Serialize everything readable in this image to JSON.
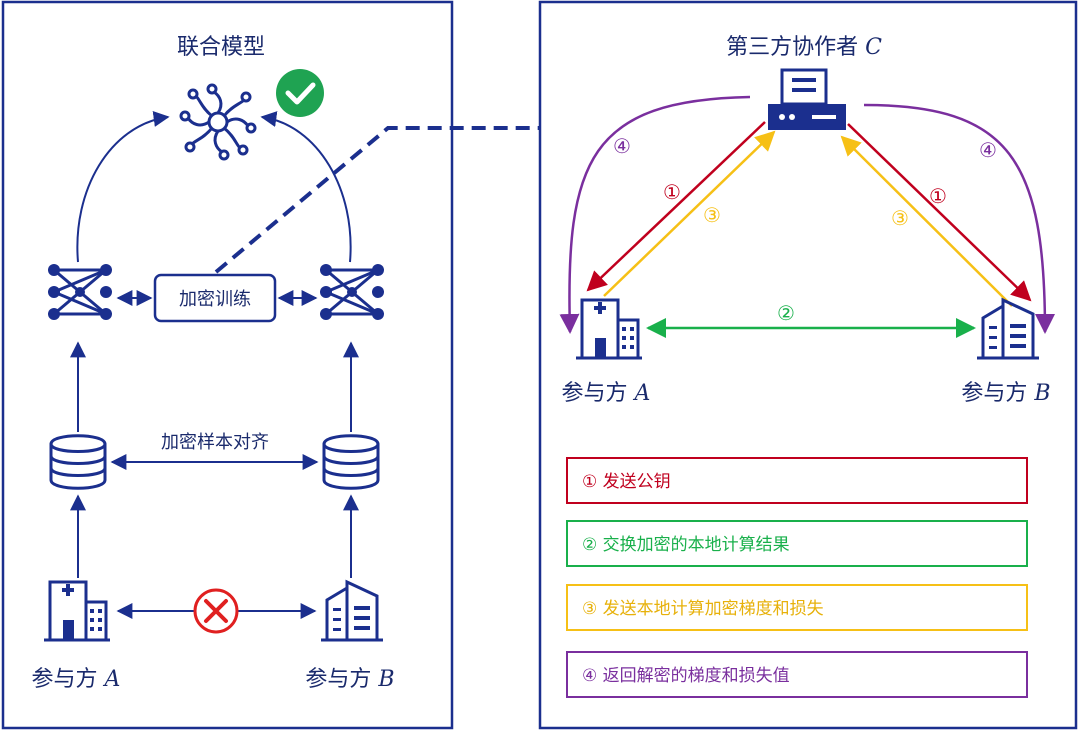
{
  "left_panel": {
    "title": "联合模型",
    "encrypted_training": "加密训练",
    "sample_alignment": "加密样本对齐",
    "party_a": {
      "prefix": "参与方 ",
      "letter": "A"
    },
    "party_b": {
      "prefix": "参与方 ",
      "letter": "B"
    }
  },
  "right_panel": {
    "coordinator": {
      "prefix": "第三方协作者 ",
      "letter": "C"
    },
    "party_a": {
      "prefix": "参与方 ",
      "letter": "A"
    },
    "party_b": {
      "prefix": "参与方 ",
      "letter": "B"
    },
    "step_markers": {
      "s1": "①",
      "s2": "②",
      "s3": "③",
      "s4": "④"
    }
  },
  "legend": [
    {
      "num": "①",
      "text": "发送公钥",
      "color": "#c0001e"
    },
    {
      "num": "②",
      "text": "交换加密的本地计算结果",
      "color": "#19b04b"
    },
    {
      "num": "③",
      "text": "发送本地计算加密梯度和损失",
      "color": "#f6c016"
    },
    {
      "num": "④",
      "text": "返回解密的梯度和损失值",
      "color": "#7a2f9e"
    }
  ],
  "colors": {
    "navy": "#1b2f8e",
    "check_green": "#1fa352",
    "cross_red": "#e02020",
    "step1": "#c0001e",
    "step2": "#19b04b",
    "step3": "#f6c016",
    "step4": "#7a2f9e"
  }
}
